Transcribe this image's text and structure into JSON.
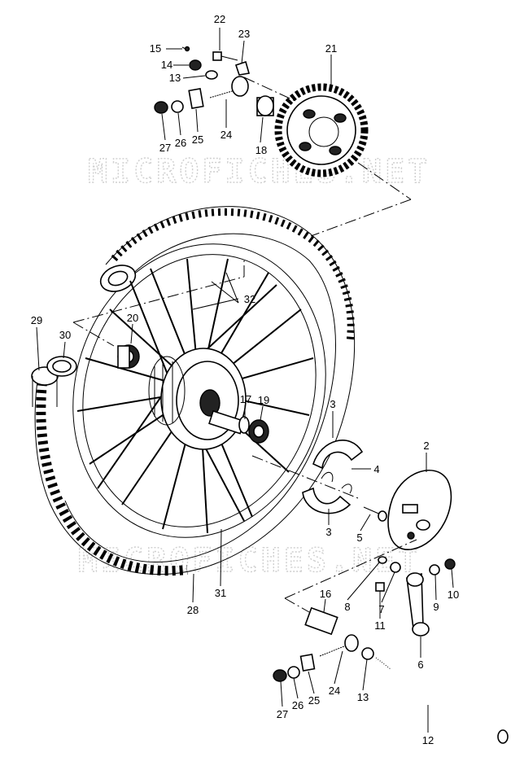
{
  "watermarks": [
    "MICROFICHES.NET",
    "MICROFICHES.NET"
  ],
  "callouts": [
    {
      "id": "c22",
      "text": "22"
    },
    {
      "id": "c23",
      "text": "23"
    },
    {
      "id": "c15",
      "text": "15"
    },
    {
      "id": "c14",
      "text": "14"
    },
    {
      "id": "c13a",
      "text": "13"
    },
    {
      "id": "c21",
      "text": "21"
    },
    {
      "id": "c27a",
      "text": "27"
    },
    {
      "id": "c26a",
      "text": "26"
    },
    {
      "id": "c25a",
      "text": "25"
    },
    {
      "id": "c24a",
      "text": "24"
    },
    {
      "id": "c18",
      "text": "18"
    },
    {
      "id": "c32",
      "text": "32"
    },
    {
      "id": "c29",
      "text": "29"
    },
    {
      "id": "c30",
      "text": "30"
    },
    {
      "id": "c20",
      "text": "20"
    },
    {
      "id": "c17",
      "text": "17"
    },
    {
      "id": "c19",
      "text": "19"
    },
    {
      "id": "c3a",
      "text": "3"
    },
    {
      "id": "c2",
      "text": "2"
    },
    {
      "id": "c4",
      "text": "4"
    },
    {
      "id": "c3b",
      "text": "3"
    },
    {
      "id": "c5",
      "text": "5"
    },
    {
      "id": "c8",
      "text": "8"
    },
    {
      "id": "c7",
      "text": "7"
    },
    {
      "id": "c9",
      "text": "9"
    },
    {
      "id": "c10",
      "text": "10"
    },
    {
      "id": "c11",
      "text": "11"
    },
    {
      "id": "c16",
      "text": "16"
    },
    {
      "id": "c31",
      "text": "31"
    },
    {
      "id": "c28",
      "text": "28"
    },
    {
      "id": "c6",
      "text": "6"
    },
    {
      "id": "c24b",
      "text": "24"
    },
    {
      "id": "c13b",
      "text": "13"
    },
    {
      "id": "c25b",
      "text": "25"
    },
    {
      "id": "c26b",
      "text": "26"
    },
    {
      "id": "c27b",
      "text": "27"
    },
    {
      "id": "c12",
      "text": "12"
    }
  ]
}
